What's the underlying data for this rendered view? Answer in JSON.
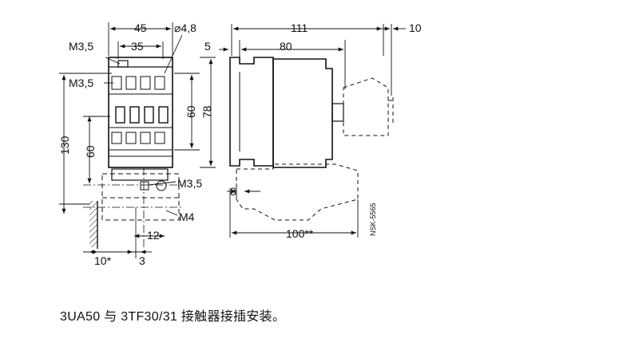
{
  "dimensions": {
    "d45": "45",
    "d35": "35",
    "dia48": "⌀4,8",
    "d111": "111",
    "d10_top": "10",
    "d5": "5",
    "d80": "80",
    "m35_a": "M3,5",
    "m35_b": "M3,5",
    "m35_c": "M3,5",
    "d60_inner": "60",
    "d78": "78",
    "d130": "130",
    "d60_left": "60",
    "d8": "8",
    "m4": "M4",
    "d12": "12",
    "d100": "100**",
    "d10_bottom": "10*",
    "d3": "3"
  },
  "drawing_code": "NSK-5565",
  "caption": "3UA50 与 3TF30/31 接触器接插安装。"
}
